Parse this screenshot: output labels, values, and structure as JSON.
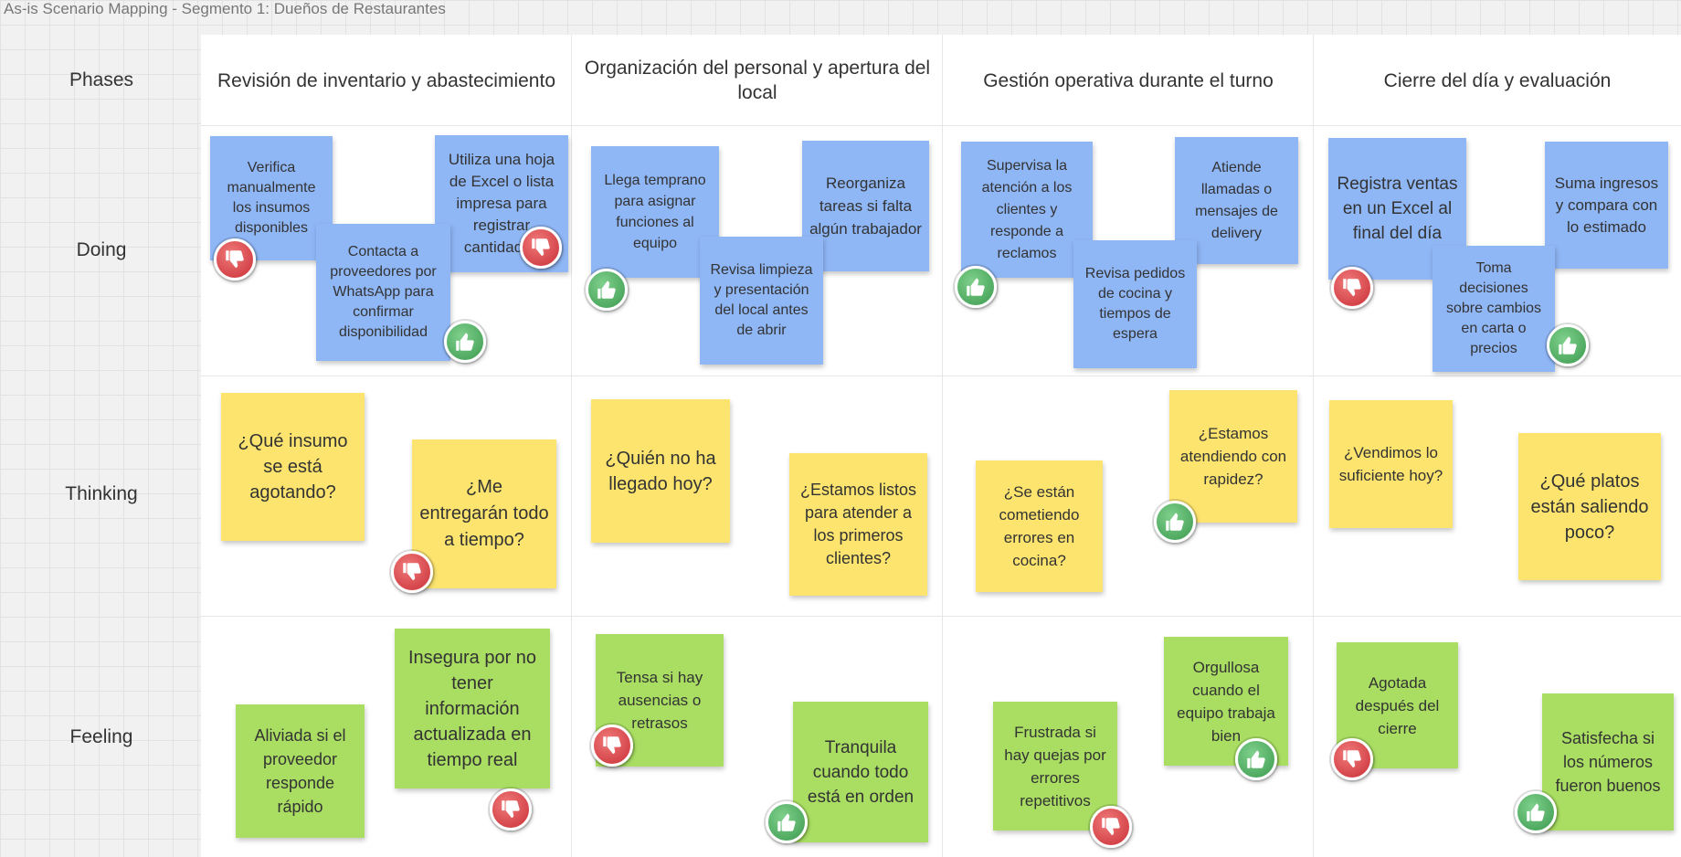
{
  "board_title": "As-is Scenario Mapping - Segmento 1: Dueños de Restaurantes",
  "rows": {
    "phases": "Phases",
    "doing": "Doing",
    "thinking": "Thinking",
    "feeling": "Feeling"
  },
  "phases": [
    "Revisión de inventario y abastecimiento",
    "Organización del personal y apertura del local",
    "Gestión operativa durante el turno",
    "Cierre del día y evaluación"
  ],
  "doing": [
    "Verifica manualmente los insumos disponibles",
    "Contacta a proveedores por WhatsApp para confirmar disponibilidad",
    "Utiliza una hoja de Excel o lista impresa para registrar cantidades",
    "Llega temprano para asignar funciones al equipo",
    "Revisa limpieza y presentación del local antes de abrir",
    "Reorganiza tareas si falta algún trabajador",
    "Supervisa la atención a los clientes y responde a reclamos",
    "Revisa pedidos de cocina y tiempos de espera",
    "Atiende llamadas o mensajes de delivery",
    "Registra ventas en un Excel al final del día",
    "Toma decisiones sobre cambios en carta o precios",
    "Suma ingresos y compara con lo estimado"
  ],
  "thinking": [
    "¿Qué insumo se está agotando?",
    "¿Me entregarán todo a tiempo?",
    "¿Quién no ha llegado hoy?",
    "¿Estamos listos para atender a los primeros clientes?",
    "¿Se están cometiendo errores en cocina?",
    "¿Estamos atendiendo con rapidez?",
    "¿Vendimos lo suficiente hoy?",
    "¿Qué platos están saliendo poco?"
  ],
  "feeling": [
    "Aliviada si el proveedor responde rápido",
    "Insegura por no tener información actualizada en tiempo real",
    "Tensa si hay ausencias o retrasos",
    "Tranquila cuando todo está en orden",
    "Frustrada si hay quejas por errores repetitivos",
    "Orgullosa cuando el equipo trabaja bien",
    "Agotada después del cierre",
    "Satisfecha si los números fueron buenos"
  ],
  "colors": {
    "doing_note": "#8fb6f5",
    "thinking_note": "#fce46e",
    "feeling_note": "#a9de62",
    "thumbs_up": "#3b9a4e",
    "thumbs_down": "#c92f36"
  },
  "icons": {
    "positive": "thumbs-up-icon",
    "negative": "thumbs-down-icon"
  }
}
